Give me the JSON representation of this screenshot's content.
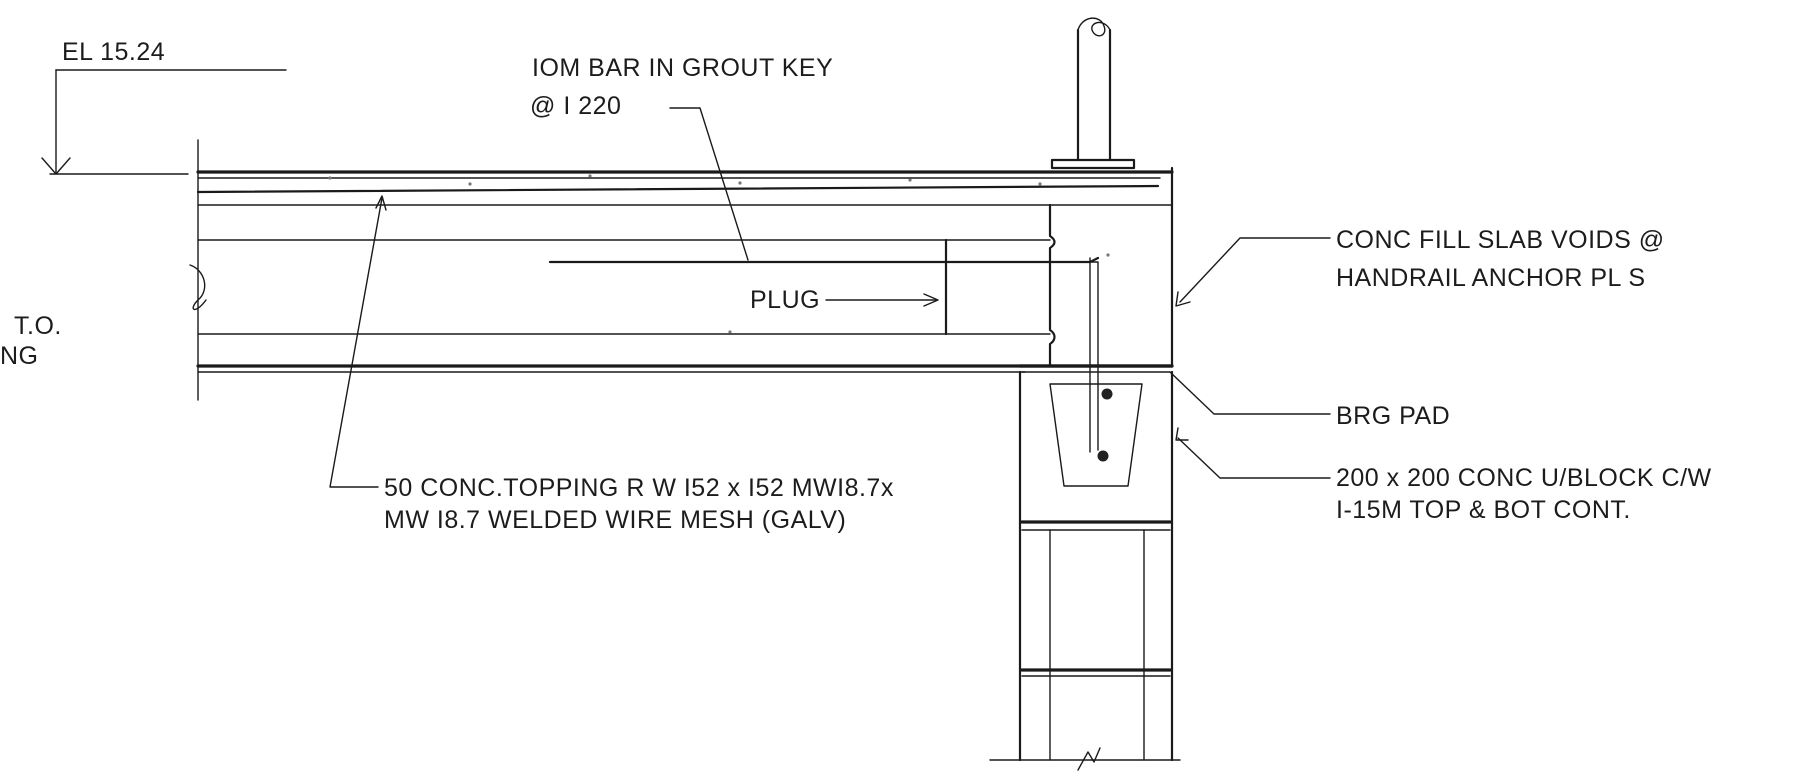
{
  "labels": {
    "elevation": "EL 15.24",
    "grout_key_line1": "IOM BAR IN GROUT KEY",
    "grout_key_line2": "@ I 220",
    "plug": "PLUG",
    "conc_fill_line1": "CONC FILL SLAB VOIDS @",
    "conc_fill_line2": "HANDRAIL ANCHOR PL S",
    "brg_pad": "BRG PAD",
    "ublock_line1": "200 x 200 CONC U/BLOCK C/W",
    "ublock_line2": "I-15M TOP & BOT CONT.",
    "topping_line1": "50 CONC.TOPPING R W I52 x I52 MWI8.7x",
    "topping_line2": "MW I8.7 WELDED WIRE MESH (GALV)",
    "cut_left_line1": "T.O.",
    "cut_left_line2": "NG"
  }
}
